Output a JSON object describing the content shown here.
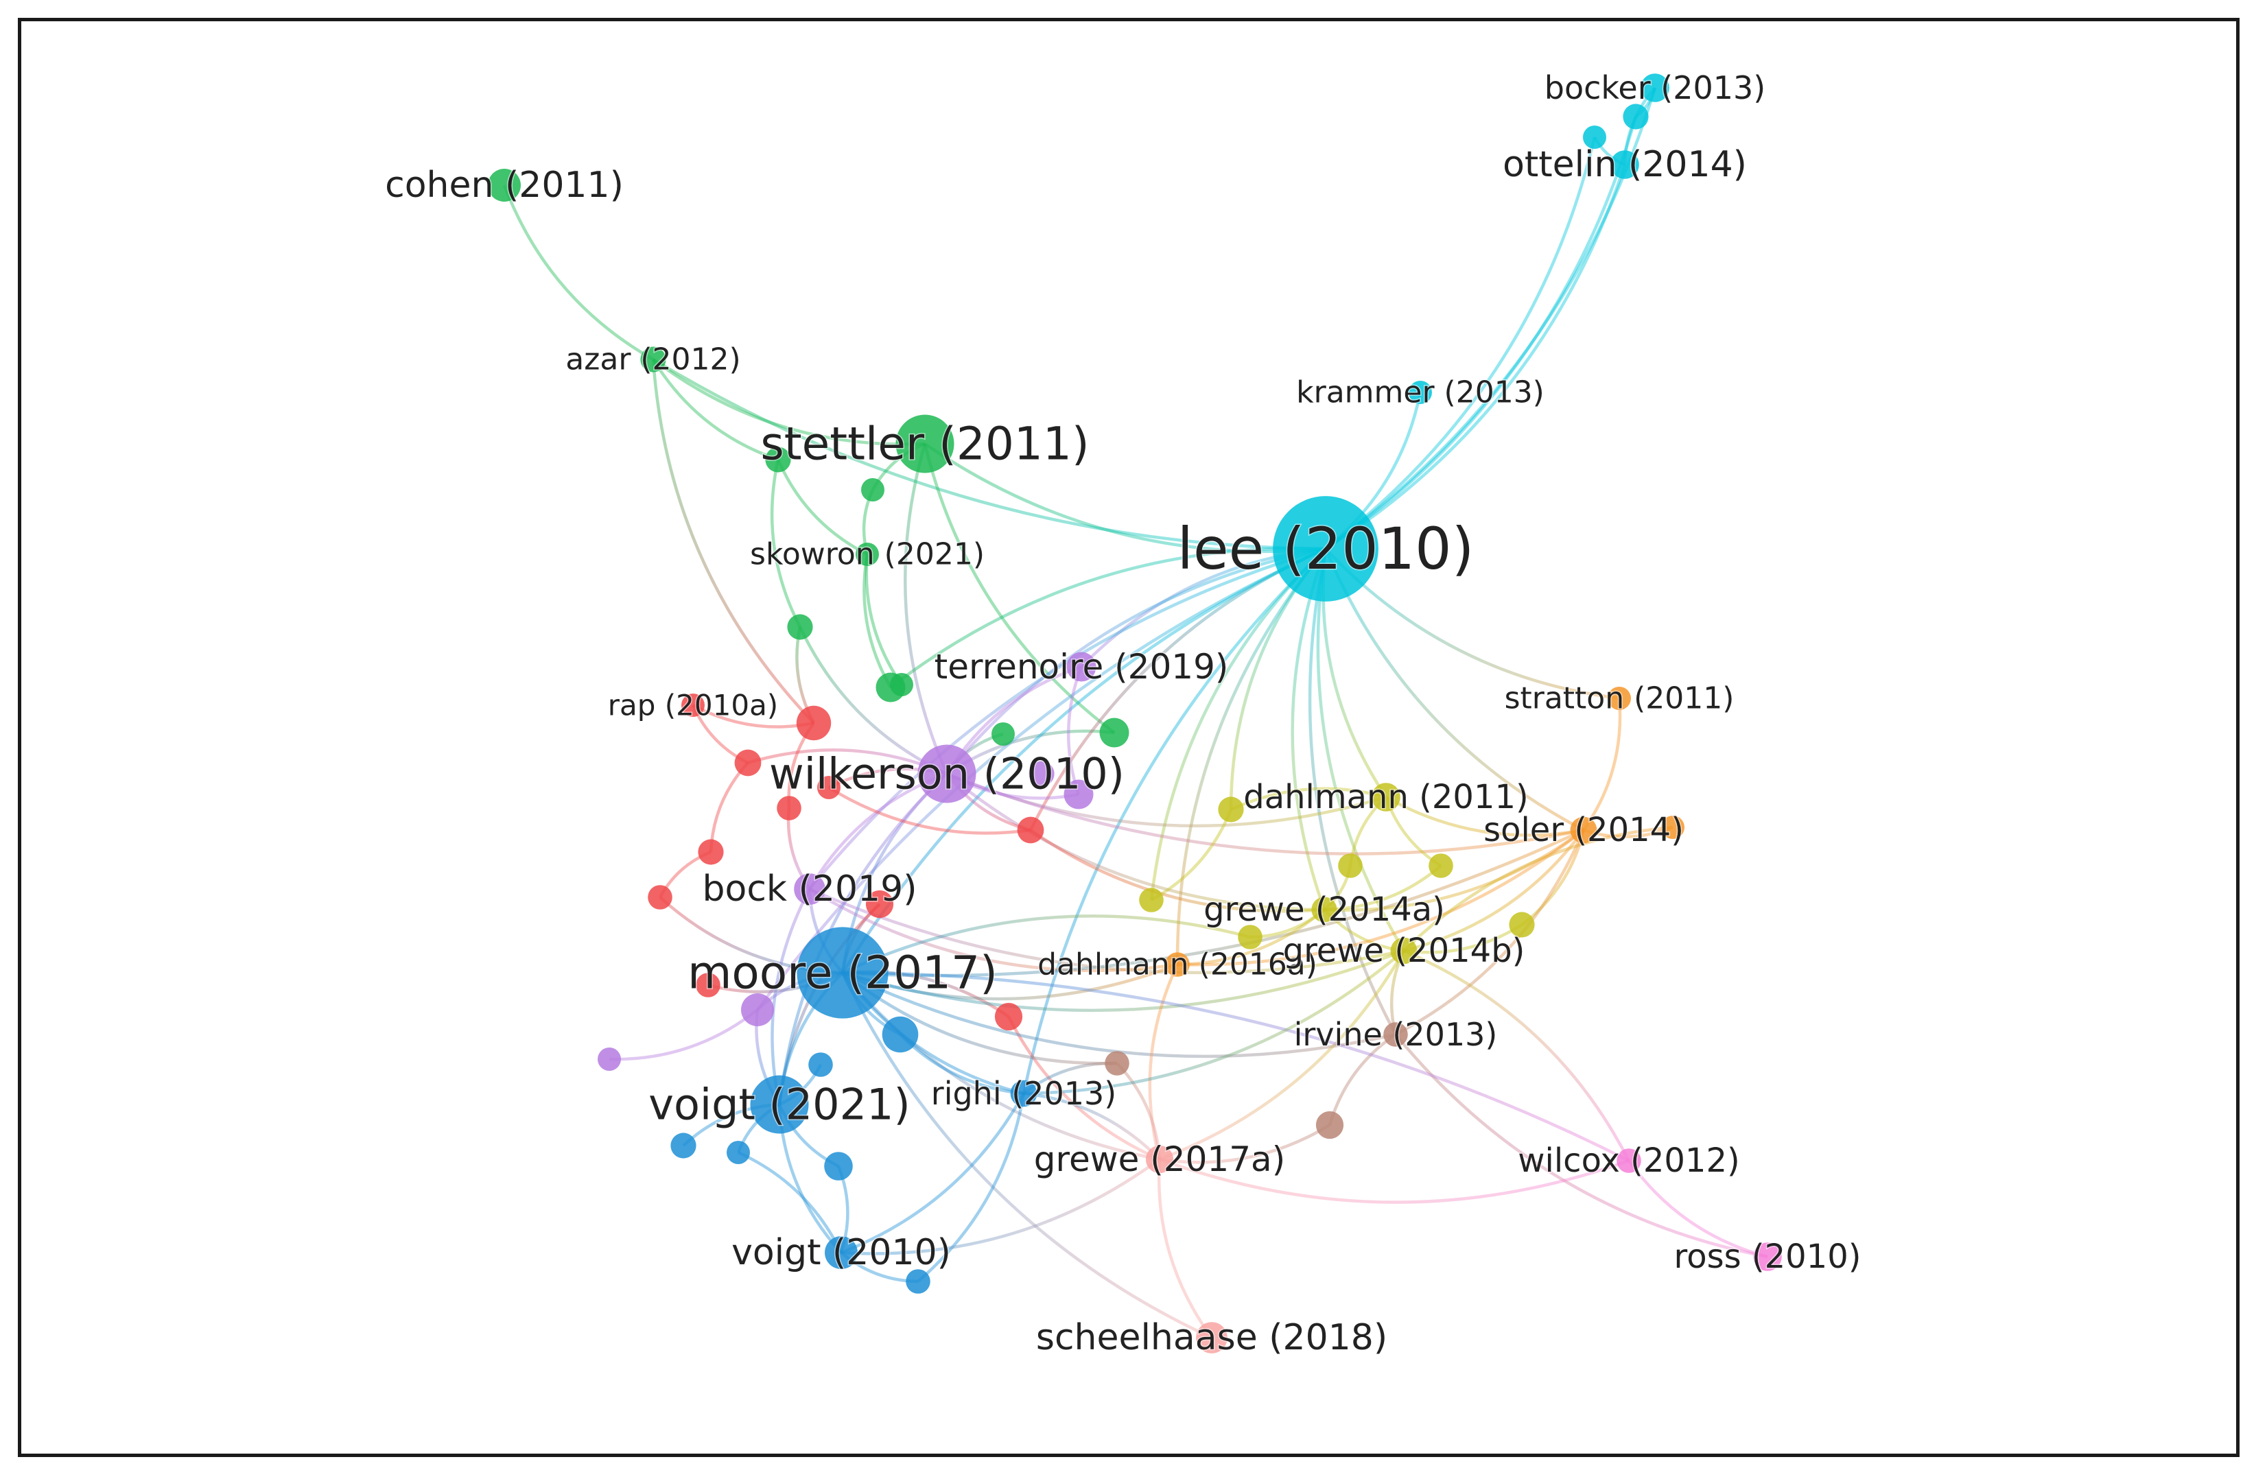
{
  "clusters": {
    "green": "#1db954",
    "cyan": "#00c6dc",
    "red": "#f0484a",
    "purple": "#b57be0",
    "blue": "#1d8fd6",
    "olive": "#c4c21f",
    "orange": "#f5962a",
    "salmon": "#f8a5a2",
    "brown": "#b98676",
    "pink": "#f47fd8"
  },
  "nodes": [
    {
      "id": "cohen2011",
      "label": "cohen (2011)",
      "cluster": "green",
      "size": 2
    },
    {
      "id": "azar2012",
      "label": "azar (2012)",
      "cluster": "green",
      "size": 1.2
    },
    {
      "id": "stettler2011",
      "label": "stettler (2011)",
      "cluster": "green",
      "size": 4
    },
    {
      "id": "skowron2021",
      "label": "skowron (2021)",
      "cluster": "green",
      "size": 1
    },
    {
      "id": "lee2010",
      "label": "lee (2010)",
      "cluster": "cyan",
      "size": 8
    },
    {
      "id": "bocker2013",
      "label": "bocker (2013)",
      "cluster": "cyan",
      "size": 1.5
    },
    {
      "id": "ottelin2014",
      "label": "ottelin (2014)",
      "cluster": "cyan",
      "size": 1.5
    },
    {
      "id": "krammer2013",
      "label": "krammer (2013)",
      "cluster": "cyan",
      "size": 1
    },
    {
      "id": "terrenoire2019",
      "label": "terrenoire (2019)",
      "cluster": "purple",
      "size": 1.6
    },
    {
      "id": "rap2010a",
      "label": "rap (2010a)",
      "cluster": "red",
      "size": 1
    },
    {
      "id": "wilkerson2010",
      "label": "wilkerson (2010)",
      "cluster": "purple",
      "size": 4
    },
    {
      "id": "stratton2011",
      "label": "stratton (2011)",
      "cluster": "orange",
      "size": 1
    },
    {
      "id": "dahlmann2011",
      "label": "dahlmann (2011)",
      "cluster": "olive",
      "size": 1.5
    },
    {
      "id": "soler2014",
      "label": "soler (2014)",
      "cluster": "orange",
      "size": 1.3
    },
    {
      "id": "bock2019",
      "label": "bock (2019)",
      "cluster": "purple",
      "size": 1.8
    },
    {
      "id": "grewe2014a",
      "label": "grewe (2014a)",
      "cluster": "olive",
      "size": 1.2
    },
    {
      "id": "moore2017",
      "label": "moore (2017)",
      "cluster": "blue",
      "size": 6
    },
    {
      "id": "dahlmann2016a",
      "label": "dahlmann (2016a)",
      "cluster": "orange",
      "size": 1.1
    },
    {
      "id": "grewe2014b",
      "label": "grewe (2014b)",
      "cluster": "olive",
      "size": 1.3
    },
    {
      "id": "irvine2013",
      "label": "irvine (2013)",
      "cluster": "brown",
      "size": 1.1
    },
    {
      "id": "voigt2021",
      "label": "voigt (2021)",
      "cluster": "blue",
      "size": 4
    },
    {
      "id": "righi2013",
      "label": "righi (2013)",
      "cluster": "blue",
      "size": 1.3
    },
    {
      "id": "grewe2017a",
      "label": "grewe (2017a)",
      "cluster": "salmon",
      "size": 1.4
    },
    {
      "id": "wilcox2012",
      "label": "wilcox (2012)",
      "cluster": "pink",
      "size": 1.1
    },
    {
      "id": "voigt2010",
      "label": "voigt (2010)",
      "cluster": "blue",
      "size": 2
    },
    {
      "id": "ross2010",
      "label": "ross (2010)",
      "cluster": "pink",
      "size": 1.5
    },
    {
      "id": "scheelhaase2018",
      "label": "scheelhaase (2018)",
      "cluster": "salmon",
      "size": 1.8
    },
    {
      "id": "g1",
      "label": "",
      "cluster": "green",
      "size": 1.2
    },
    {
      "id": "g2",
      "label": "",
      "cluster": "green",
      "size": 1
    },
    {
      "id": "g3",
      "label": "",
      "cluster": "green",
      "size": 1.2
    },
    {
      "id": "g4",
      "label": "",
      "cluster": "green",
      "size": 1
    },
    {
      "id": "g5",
      "label": "",
      "cluster": "green",
      "size": 1
    },
    {
      "id": "g6",
      "label": "",
      "cluster": "green",
      "size": 1.6
    },
    {
      "id": "g7",
      "label": "",
      "cluster": "green",
      "size": 1.6
    },
    {
      "id": "c1",
      "label": "",
      "cluster": "cyan",
      "size": 1
    },
    {
      "id": "c2",
      "label": "",
      "cluster": "cyan",
      "size": 1.2
    },
    {
      "id": "r1",
      "label": "",
      "cluster": "red",
      "size": 2.2
    },
    {
      "id": "r2",
      "label": "",
      "cluster": "red",
      "size": 1.3
    },
    {
      "id": "r3",
      "label": "",
      "cluster": "red",
      "size": 1
    },
    {
      "id": "r4",
      "label": "",
      "cluster": "red",
      "size": 1.1
    },
    {
      "id": "r5",
      "label": "",
      "cluster": "red",
      "size": 1.2
    },
    {
      "id": "r6",
      "label": "",
      "cluster": "red",
      "size": 1.3
    },
    {
      "id": "r7",
      "label": "",
      "cluster": "red",
      "size": 1.1
    },
    {
      "id": "r8",
      "label": "",
      "cluster": "red",
      "size": 1.4
    },
    {
      "id": "r9",
      "label": "",
      "cluster": "red",
      "size": 1.4
    },
    {
      "id": "r10",
      "label": "",
      "cluster": "red",
      "size": 1.1
    },
    {
      "id": "p1",
      "label": "",
      "cluster": "purple",
      "size": 1.2
    },
    {
      "id": "p2",
      "label": "",
      "cluster": "purple",
      "size": 1.6
    },
    {
      "id": "p3",
      "label": "",
      "cluster": "purple",
      "size": 2
    },
    {
      "id": "p4",
      "label": "",
      "cluster": "purple",
      "size": 1
    },
    {
      "id": "b1",
      "label": "",
      "cluster": "blue",
      "size": 2.4
    },
    {
      "id": "b2",
      "label": "",
      "cluster": "blue",
      "size": 1.1
    },
    {
      "id": "b3",
      "label": "",
      "cluster": "blue",
      "size": 1.2
    },
    {
      "id": "b4",
      "label": "",
      "cluster": "blue",
      "size": 1
    },
    {
      "id": "b5",
      "label": "",
      "cluster": "blue",
      "size": 1.5
    },
    {
      "id": "b6",
      "label": "",
      "cluster": "blue",
      "size": 1.1
    },
    {
      "id": "y1",
      "label": "",
      "cluster": "olive",
      "size": 1.2
    },
    {
      "id": "y2",
      "label": "",
      "cluster": "olive",
      "size": 1.1
    },
    {
      "id": "y3",
      "label": "",
      "cluster": "olive",
      "size": 1.1
    },
    {
      "id": "y4",
      "label": "",
      "cluster": "olive",
      "size": 1.1
    },
    {
      "id": "y5",
      "label": "",
      "cluster": "olive",
      "size": 1.1
    },
    {
      "id": "y6",
      "label": "",
      "cluster": "olive",
      "size": 1.2
    },
    {
      "id": "o1",
      "label": "",
      "cluster": "orange",
      "size": 1
    },
    {
      "id": "br1",
      "label": "",
      "cluster": "brown",
      "size": 1.4
    },
    {
      "id": "br2",
      "label": "",
      "cluster": "brown",
      "size": 1.1
    }
  ],
  "links": [
    [
      "cohen2011",
      "azar2012"
    ],
    [
      "azar2012",
      "stettler2011"
    ],
    [
      "azar2012",
      "r1"
    ],
    [
      "azar2012",
      "lee2010"
    ],
    [
      "azar2012",
      "g1"
    ],
    [
      "stettler2011",
      "lee2010"
    ],
    [
      "stettler2011",
      "g2"
    ],
    [
      "stettler2011",
      "wilkerson2010"
    ],
    [
      "stettler2011",
      "g6"
    ],
    [
      "g1",
      "g3"
    ],
    [
      "g1",
      "skowron2021"
    ],
    [
      "g2",
      "skowron2021"
    ],
    [
      "skowron2021",
      "g4"
    ],
    [
      "skowron2021",
      "g7"
    ],
    [
      "g3",
      "r1"
    ],
    [
      "g3",
      "wilkerson2010"
    ],
    [
      "g4",
      "g7"
    ],
    [
      "g5",
      "wilkerson2010"
    ],
    [
      "g6",
      "wilkerson2010"
    ],
    [
      "lee2010",
      "bocker2013"
    ],
    [
      "lee2010",
      "ottelin2014"
    ],
    [
      "lee2010",
      "c1"
    ],
    [
      "lee2010",
      "c2"
    ],
    [
      "lee2010",
      "krammer2013"
    ],
    [
      "lee2010",
      "terrenoire2019"
    ],
    [
      "lee2010",
      "wilkerson2010"
    ],
    [
      "lee2010",
      "g7"
    ],
    [
      "lee2010",
      "dahlmann2011"
    ],
    [
      "lee2010",
      "grewe2014a"
    ],
    [
      "lee2010",
      "grewe2014b"
    ],
    [
      "lee2010",
      "soler2014"
    ],
    [
      "lee2010",
      "stratton2011"
    ],
    [
      "lee2010",
      "moore2017"
    ],
    [
      "lee2010",
      "bock2019"
    ],
    [
      "lee2010",
      "righi2013"
    ],
    [
      "lee2010",
      "dahlmann2016a"
    ],
    [
      "lee2010",
      "irvine2013"
    ],
    [
      "lee2010",
      "p3"
    ],
    [
      "lee2010",
      "r6"
    ],
    [
      "lee2010",
      "y1"
    ],
    [
      "lee2010",
      "y4"
    ],
    [
      "bocker2013",
      "ottelin2014"
    ],
    [
      "c1",
      "ottelin2014"
    ],
    [
      "c2",
      "bocker2013"
    ],
    [
      "terrenoire2019",
      "wilkerson2010"
    ],
    [
      "terrenoire2019",
      "p2"
    ],
    [
      "wilkerson2010",
      "bock2019"
    ],
    [
      "wilkerson2010",
      "moore2017"
    ],
    [
      "wilkerson2010",
      "r2"
    ],
    [
      "wilkerson2010",
      "r3"
    ],
    [
      "wilkerson2010",
      "dahlmann2011"
    ],
    [
      "wilkerson2010",
      "soler2014"
    ],
    [
      "wilkerson2010",
      "grewe2014a"
    ],
    [
      "wilkerson2010",
      "voigt2021"
    ],
    [
      "wilkerson2010",
      "r6"
    ],
    [
      "wilkerson2010",
      "p2"
    ],
    [
      "rap2010a",
      "r1"
    ],
    [
      "rap2010a",
      "r2"
    ],
    [
      "r1",
      "r4"
    ],
    [
      "r2",
      "r5"
    ],
    [
      "r5",
      "r7"
    ],
    [
      "r7",
      "moore2017"
    ],
    [
      "r4",
      "bock2019"
    ],
    [
      "r3",
      "r6"
    ],
    [
      "r6",
      "grewe2014a"
    ],
    [
      "r8",
      "moore2017"
    ],
    [
      "r9",
      "grewe2017a"
    ],
    [
      "r10",
      "moore2017"
    ],
    [
      "r9",
      "moore2017"
    ],
    [
      "r8",
      "voigt2021"
    ],
    [
      "bock2019",
      "moore2017"
    ],
    [
      "bock2019",
      "grewe2014b"
    ],
    [
      "bock2019",
      "dahlmann2016a"
    ],
    [
      "bock2019",
      "voigt2021"
    ],
    [
      "moore2017",
      "voigt2021"
    ],
    [
      "moore2017",
      "b1"
    ],
    [
      "moore2017",
      "righi2013"
    ],
    [
      "moore2017",
      "grewe2017a"
    ],
    [
      "moore2017",
      "dahlmann2016a"
    ],
    [
      "moore2017",
      "grewe2014b"
    ],
    [
      "moore2017",
      "soler2014"
    ],
    [
      "moore2017",
      "p3"
    ],
    [
      "moore2017",
      "irvine2013"
    ],
    [
      "moore2017",
      "br2"
    ],
    [
      "moore2017",
      "scheelhaase2018"
    ],
    [
      "voigt2021",
      "b2"
    ],
    [
      "voigt2021",
      "b3"
    ],
    [
      "voigt2021",
      "b4"
    ],
    [
      "voigt2021",
      "b5"
    ],
    [
      "voigt2021",
      "voigt2010"
    ],
    [
      "voigt2010",
      "b5"
    ],
    [
      "voigt2010",
      "b6"
    ],
    [
      "voigt2010",
      "b4"
    ],
    [
      "voigt2010",
      "righi2013"
    ],
    [
      "b1",
      "righi2013"
    ],
    [
      "p3",
      "voigt2021"
    ],
    [
      "p4",
      "p3"
    ],
    [
      "b6",
      "righi2013"
    ],
    [
      "voigt2010",
      "grewe2017a"
    ],
    [
      "dahlmann2011",
      "soler2014"
    ],
    [
      "dahlmann2011",
      "y2"
    ],
    [
      "dahlmann2011",
      "y3"
    ],
    [
      "dahlmann2011",
      "y1"
    ],
    [
      "grewe2014a",
      "grewe2014b"
    ],
    [
      "grewe2014a",
      "y2"
    ],
    [
      "grewe2014a",
      "y3"
    ],
    [
      "grewe2014a",
      "soler2014"
    ],
    [
      "grewe2014b",
      "y6"
    ],
    [
      "grewe2014b",
      "soler2014"
    ],
    [
      "grewe2014b",
      "irvine2013"
    ],
    [
      "y5",
      "grewe2014a"
    ],
    [
      "y4",
      "y1"
    ],
    [
      "y6",
      "soler2014"
    ],
    [
      "soler2014",
      "o1"
    ],
    [
      "soler2014",
      "stratton2011"
    ],
    [
      "dahlmann2016a",
      "grewe2014a"
    ],
    [
      "dahlmann2016a",
      "soler2014"
    ],
    [
      "dahlmann2016a",
      "grewe2017a"
    ],
    [
      "irvine2013",
      "br1"
    ],
    [
      "irvine2013",
      "soler2014"
    ],
    [
      "irvine2013",
      "ross2010"
    ],
    [
      "grewe2017a",
      "scheelhaase2018"
    ],
    [
      "grewe2017a",
      "wilcox2012"
    ],
    [
      "grewe2017a",
      "br1"
    ],
    [
      "grewe2017a",
      "br2"
    ],
    [
      "grewe2017a",
      "righi2013"
    ],
    [
      "grewe2017a",
      "grewe2014b"
    ],
    [
      "wilcox2012",
      "ross2010"
    ],
    [
      "wilcox2012",
      "grewe2014b"
    ],
    [
      "wilcox2012",
      "moore2017"
    ],
    [
      "br2",
      "righi2013"
    ],
    [
      "righi2013",
      "grewe2014b"
    ],
    [
      "y5",
      "moore2017"
    ],
    [
      "o1",
      "grewe2014b"
    ]
  ]
}
